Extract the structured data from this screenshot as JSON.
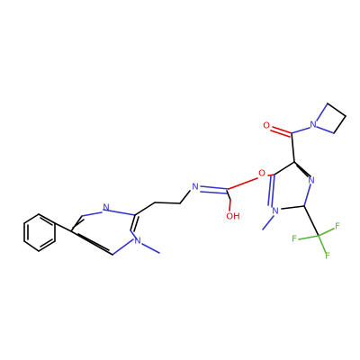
{
  "molecule": {
    "colors": {
      "carbon_bond": "#000000",
      "nitrogen": "#3333cc",
      "oxygen": "#e00000",
      "fluorine": "#55b233",
      "background": "#ffffff"
    },
    "atoms": {
      "carbonyl_oxygen": "O",
      "azetidine_nitrogen": "N",
      "ester_oxygen": "O",
      "imidazole_b_n3": "N",
      "imidazole_b_n1": "N",
      "fluorine_top": "F",
      "fluorine_middle": "F",
      "fluorine_bottom": "F",
      "imine_nitrogen": "N",
      "hydroxyl": "OH",
      "imidazole_a_n3": "N",
      "imidazole_a_n1": "N"
    }
  }
}
